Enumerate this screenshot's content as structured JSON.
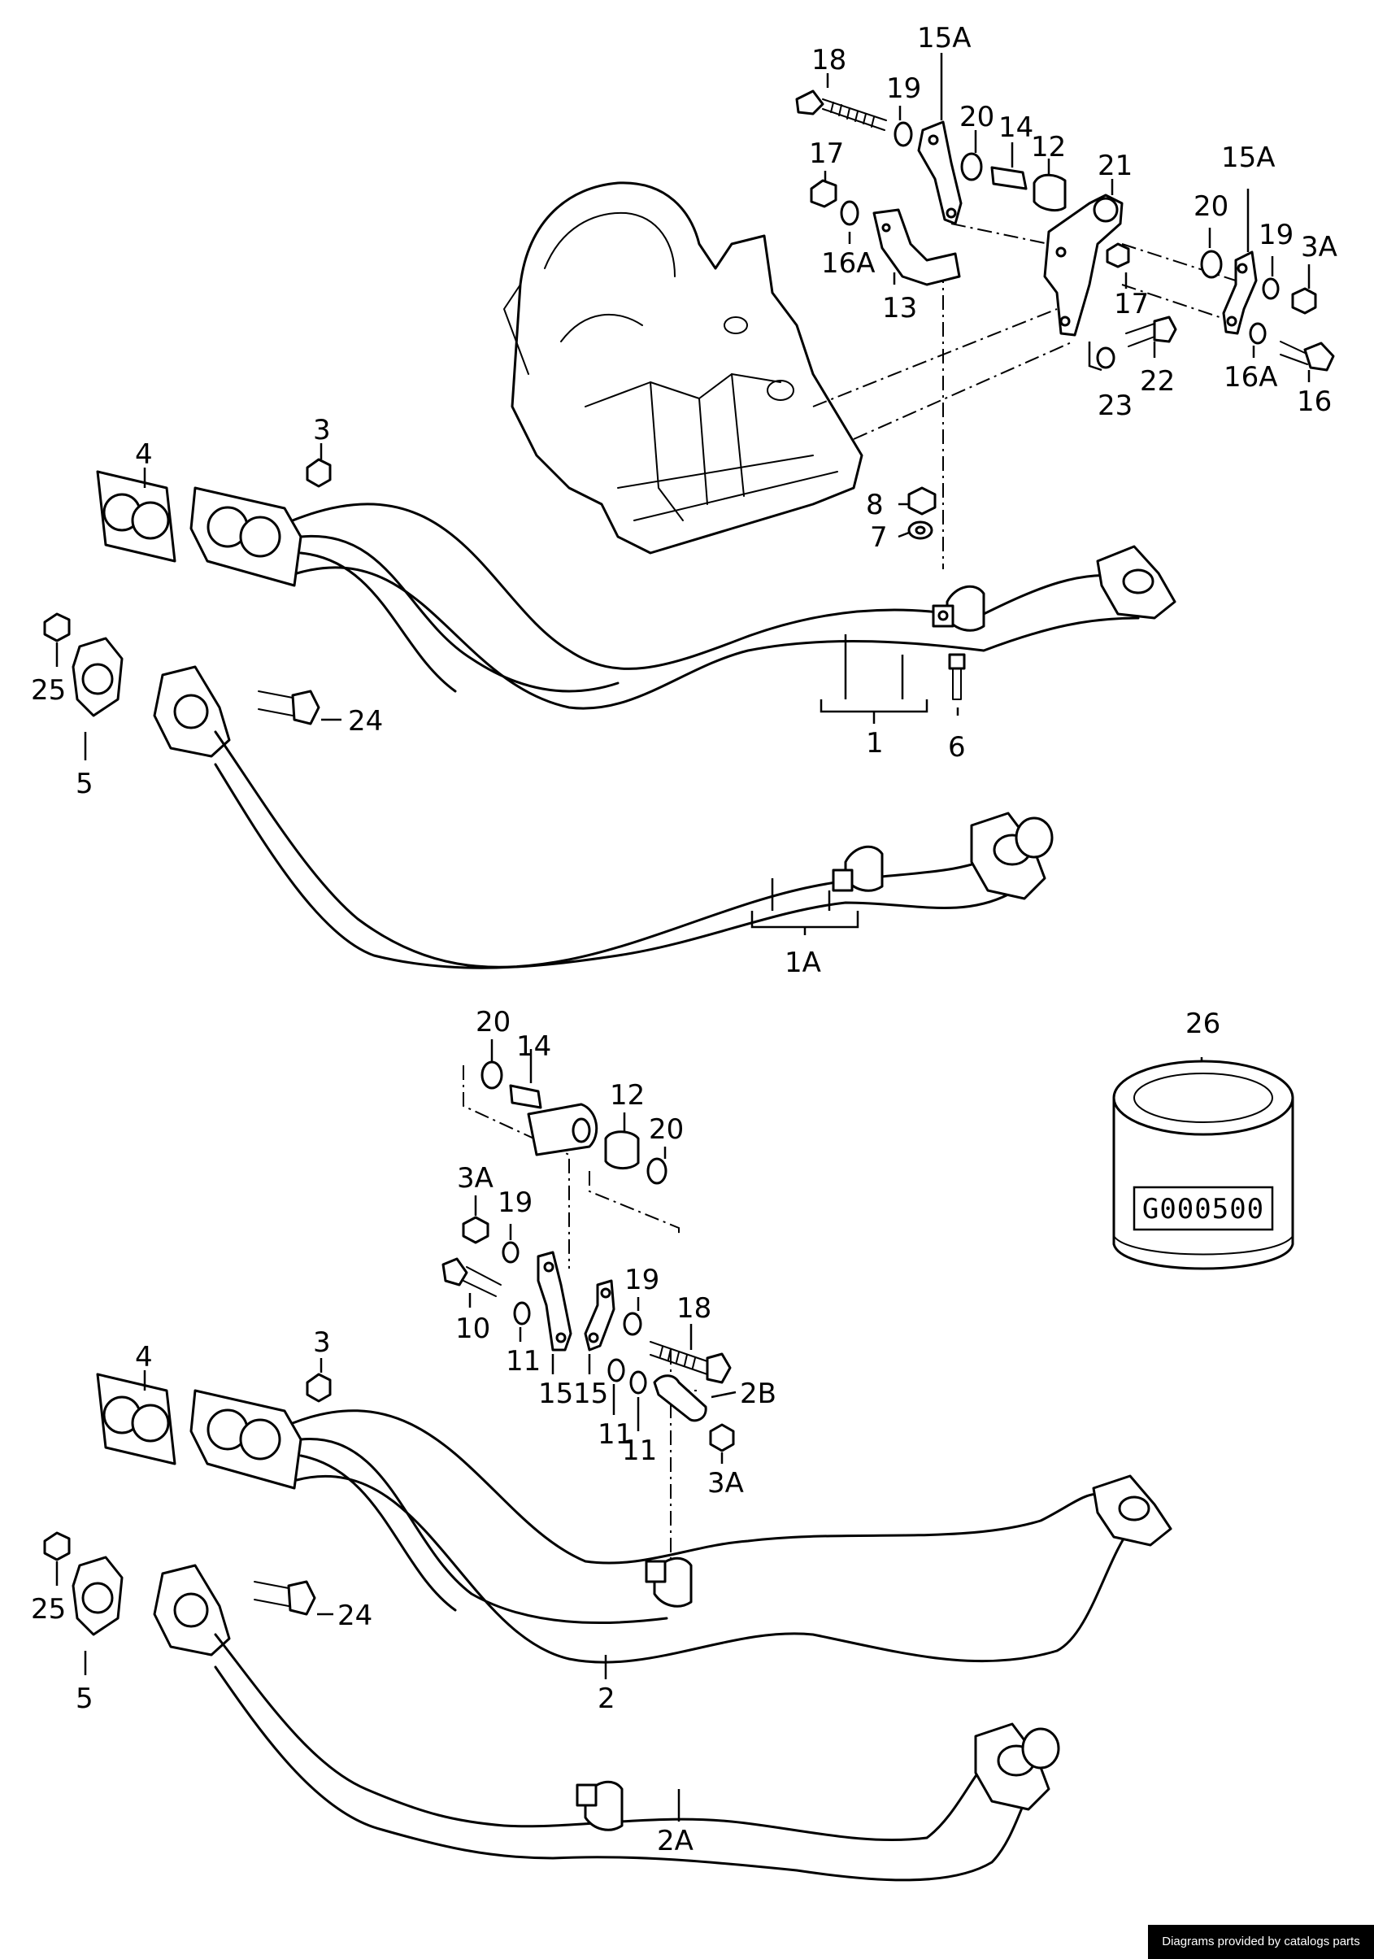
{
  "callouts": {
    "c18_top": "18",
    "c19_top": "19",
    "c15A_top": "15A",
    "c20_top": "20",
    "c14_top": "14",
    "c12_top": "12",
    "c21": "21",
    "c15A_right": "15A",
    "c17_left": "17",
    "c16A_left": "16A",
    "c13": "13",
    "c20_right": "20",
    "c19_right": "19",
    "c3A_right": "3A",
    "c17_mid": "17",
    "c22": "22",
    "c23": "23",
    "c16A_right": "16A",
    "c16": "16",
    "c3_top": "3",
    "c4_top": "4",
    "c8": "8",
    "c7": "7",
    "c25_top": "25",
    "c24_top": "24",
    "c5_top": "5",
    "c1": "1",
    "c6": "6",
    "c1A": "1A",
    "c26": "26",
    "c20_b1": "20",
    "c14_b": "14",
    "c12_b": "12",
    "c20_b2": "20",
    "c3A_b1": "3A",
    "c19_b1": "19",
    "c10": "10",
    "c11_a": "11",
    "c15_a": "15",
    "c15_b": "15",
    "c19_b2": "19",
    "c18_b": "18",
    "c11_b": "11",
    "c11_c": "11",
    "c2B": "2B",
    "c3A_b2": "3A",
    "c3_bot": "3",
    "c4_bot": "4",
    "c25_bot": "25",
    "c24_bot": "24",
    "c5_bot": "5",
    "c2": "2",
    "c2A": "2A"
  },
  "oil_filter_code": "G000500",
  "credit": "Diagrams provided by catalogs parts"
}
